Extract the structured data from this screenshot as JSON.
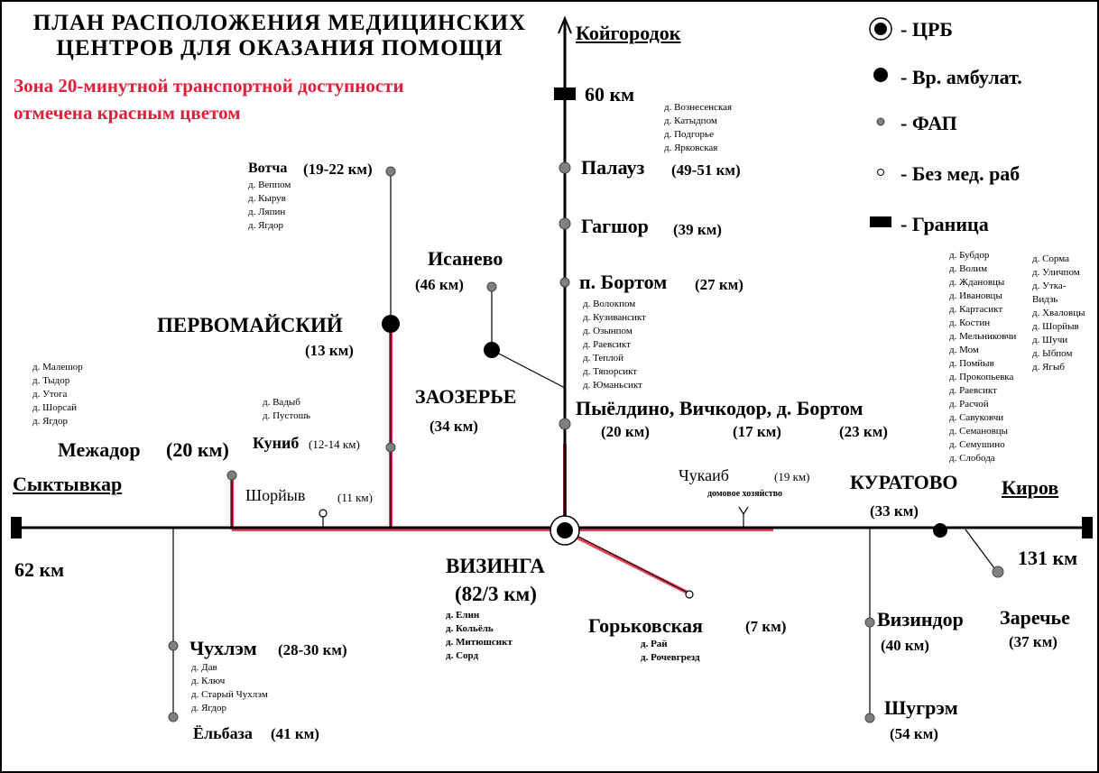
{
  "title": {
    "line1": "ПЛАН  РАСПОЛОЖЕНИЯ МЕДИЦИНСКИХ",
    "line2": "ЦЕНТРОВ ДЛЯ ОКАЗАНИЯ ПОМОЩИ"
  },
  "note": {
    "line1": "Зона 20-минутной транспортной доступности",
    "line2": "отмечена красным цветом",
    "color": "#e0203a"
  },
  "legend": {
    "crb": "- ЦРБ",
    "ambulatory": "- Вр. амбулат.",
    "fap": "- ФАП",
    "no_staff": "- Без мед. раб",
    "border": "- Граница"
  },
  "directions": {
    "north": "Койгородок",
    "west": "Сыктывкар",
    "east": "Киров",
    "north_km": "60 км",
    "west_km": "62 км",
    "east_km": "131 км"
  },
  "places": {
    "palauz": {
      "name": "Палауз",
      "km": "(49-51 км)",
      "villages": [
        "д. Вознесенская",
        "д. Катыдпом",
        "д. Подгорье",
        "д. Ярковская"
      ]
    },
    "gagshor": {
      "name": "Гагшор",
      "km": "(39 км)"
    },
    "bortom": {
      "name": "п. Бортом",
      "km": "(27 км)",
      "villages": [
        "д. Волокпом",
        "д. Кузивансикт",
        "д. Озынпом",
        "д. Раевсикт",
        "д. Теплой",
        "д. Тяпорсикт",
        "д. Юманьсикт"
      ]
    },
    "pyeldino": {
      "name": "Пыёлдино, Вичкодор, д. Бортом",
      "km1": "(20 км)",
      "km2": "(17 км)",
      "km3": "(23 км)"
    },
    "isanevo": {
      "name": "Исанево",
      "km": "(46 км)"
    },
    "zaozerye": {
      "name": "ЗАОЗЕРЬЕ",
      "km": "(34 км)"
    },
    "votcha": {
      "name": "Вотча",
      "km": "(19-22 км)",
      "villages": [
        "д. Веппом",
        "д. Кырув",
        "д. Ляпин",
        "д. Ягдор"
      ]
    },
    "pervomaysky": {
      "name": "ПЕРВОМАЙСКИЙ",
      "km": "(13 км)"
    },
    "kunib": {
      "name": "Куниб",
      "km": "(12-14 км)",
      "villages": [
        "д. Вадыб",
        "д. Пустошь"
      ]
    },
    "mezhador": {
      "name": "Межадор",
      "km": "(20 км)",
      "villages": [
        "д. Малешор",
        "д. Тыдор",
        "д. Утога",
        "д. Шорсай",
        "д. Ягдор"
      ]
    },
    "shoryyv": {
      "name": "Шорйыв",
      "km": "(11 км)"
    },
    "chukaib": {
      "name": "Чукаиб",
      "km": "(19 км)",
      "note": "домовое хозяйство"
    },
    "kuratovo": {
      "name": "КУРАТОВО",
      "km": "(33 км)",
      "villages_a": [
        "д. Бубдор",
        "д. Волим",
        "д. Ждановцы",
        "д. Ивановцы",
        "д. Картасикт",
        "д. Костин",
        "д. Мельниковчи",
        "д. Мом",
        "д. Помйыв",
        "д. Прокопьевка",
        "д. Раевсикт",
        "д. Расчой",
        "д. Савуковчи",
        "д. Семановцы",
        "д. Семушино",
        "д. Слобода"
      ],
      "villages_b": [
        "д. Сорма",
        "д. Уличпом",
        "д. Утка-",
        "Видзь",
        "д. Хваловцы",
        "д. Шорйыв",
        "д. Шучи",
        "д. Ыбпом",
        "д. Ягыб"
      ]
    },
    "vizinga": {
      "name": "ВИЗИНГА",
      "km": "(82/3 км)",
      "villages": [
        "д. Елин",
        "д. Кольёль",
        "д. Митюшсикт",
        "д. Сорд"
      ]
    },
    "gorkovskaya": {
      "name": "Горьковская",
      "km": "(7 км)",
      "villages": [
        "д. Рай",
        "д. Рочевгрезд"
      ]
    },
    "chukhlem": {
      "name": "Чухлэм",
      "km": "(28-30 км)",
      "villages": [
        "д. Дав",
        "д. Ключ",
        "д. Старый Чухлэм",
        "д. Ягдор"
      ]
    },
    "yelbaza": {
      "name": "Ёльбаза",
      "km": "(41 км)"
    },
    "vizindor": {
      "name": "Визиндор",
      "km": "(40 км)"
    },
    "shugrem": {
      "name": "Шугрэм",
      "km": "(54 км)"
    },
    "zarechye": {
      "name": "Заречье",
      "km": "(37 км)"
    }
  },
  "colors": {
    "zone": "#e0203a",
    "roads": "#000000",
    "fap": "#808080"
  }
}
